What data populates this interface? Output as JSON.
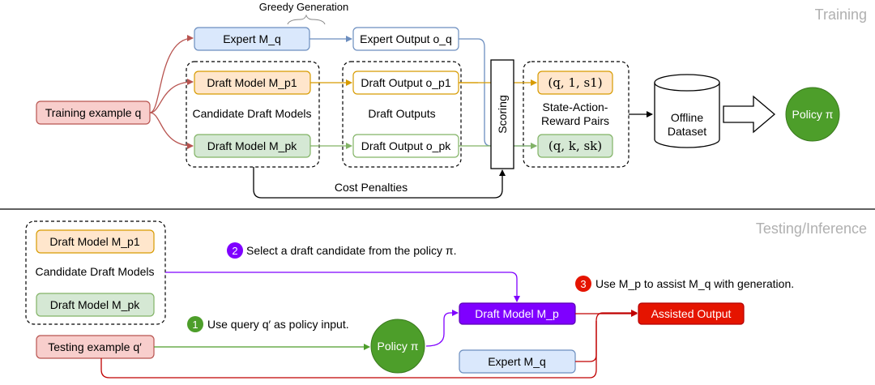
{
  "training": {
    "section_label": "Training",
    "greedy_label": "Greedy Generation",
    "training_example": "Training example q",
    "expert": "Expert M_q",
    "expert_output": "Expert Output o_q",
    "draft_model_1": "Draft Model M_p1",
    "draft_model_k": "Draft Model M_pk",
    "candidate_label": "Candidate Draft Models",
    "draft_output_1": "Draft Output o_p1",
    "draft_output_k": "Draft Output o_pk",
    "draft_outputs_label": "Draft Outputs",
    "scoring": "Scoring",
    "pair_1": "(q, 1, s1)",
    "pair_k": "(q, k, sk)",
    "sar_label_1": "State-Action-",
    "sar_label_2": "Reward Pairs",
    "dataset_1": "Offline",
    "dataset_2": "Dataset",
    "policy": "Policy π",
    "cost_penalties": "Cost Penalties"
  },
  "testing": {
    "section_label": "Testing/Inference",
    "draft_model_1": "Draft Model M_p1",
    "draft_model_k": "Draft Model M_pk",
    "candidate_label": "Candidate Draft Models",
    "testing_example": "Testing example q′",
    "policy": "Policy π",
    "step1_num": "1",
    "step1_text": "Use query q′ as policy input.",
    "step2_num": "2",
    "step2_text": "Select a draft candidate from the policy π.",
    "step3_num": "3",
    "step3_text": "Use M_p to assist M_q with generation.",
    "draft_model_p": "Draft Model M_p",
    "expert": "Expert M_q",
    "assisted_output": "Assisted Output"
  },
  "colors": {
    "red": "#b85450",
    "red_fill": "#f8cecc",
    "blue": "#6c8ebf",
    "blue_fill": "#dae8fc",
    "orange": "#d79b00",
    "orange_fill": "#ffe6cc",
    "green": "#82b366",
    "green_fill": "#d5e8d4",
    "policy": "#4d9e2a",
    "purple": "#7f00ff",
    "assisted": "#e51400"
  }
}
